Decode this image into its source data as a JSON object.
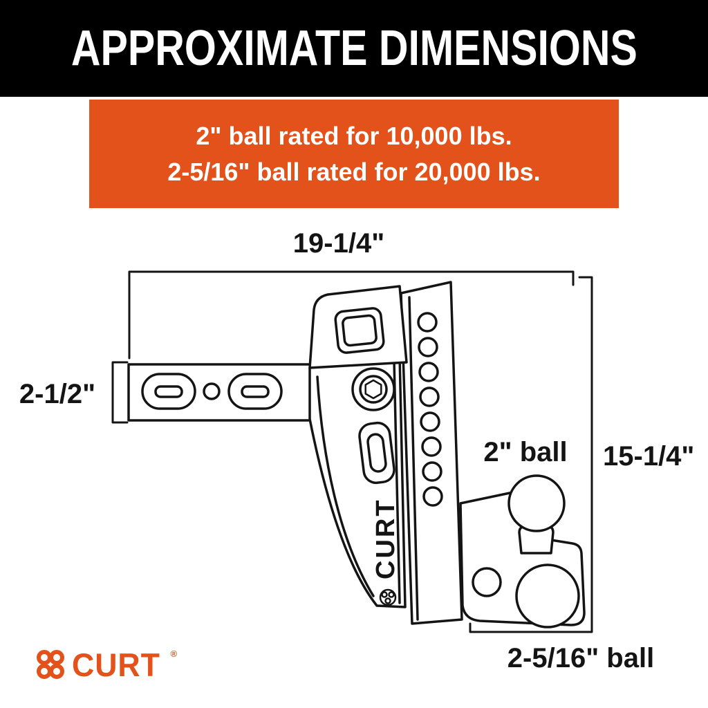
{
  "header": {
    "title": "APPROXIMATE DIMENSIONS"
  },
  "rating_box": {
    "line1": "2\" ball rated for 10,000 lbs.",
    "line2": "2-5/16\" ball rated for 20,000 lbs."
  },
  "dimensions": {
    "overall_length": "19-1/4\"",
    "shank_height": "2-1/2\"",
    "overall_height": "15-1/4\"",
    "top_ball_label": "2\" ball",
    "bottom_ball_label": "2-5/16\" ball"
  },
  "drawing": {
    "body_text": "CURT"
  },
  "brand": {
    "name": "CURT",
    "registered": "®"
  },
  "colors": {
    "banner_bg": "#000000",
    "accent_orange": "#E4521B",
    "line": "#141414",
    "text_on_dark": "#ffffff"
  }
}
